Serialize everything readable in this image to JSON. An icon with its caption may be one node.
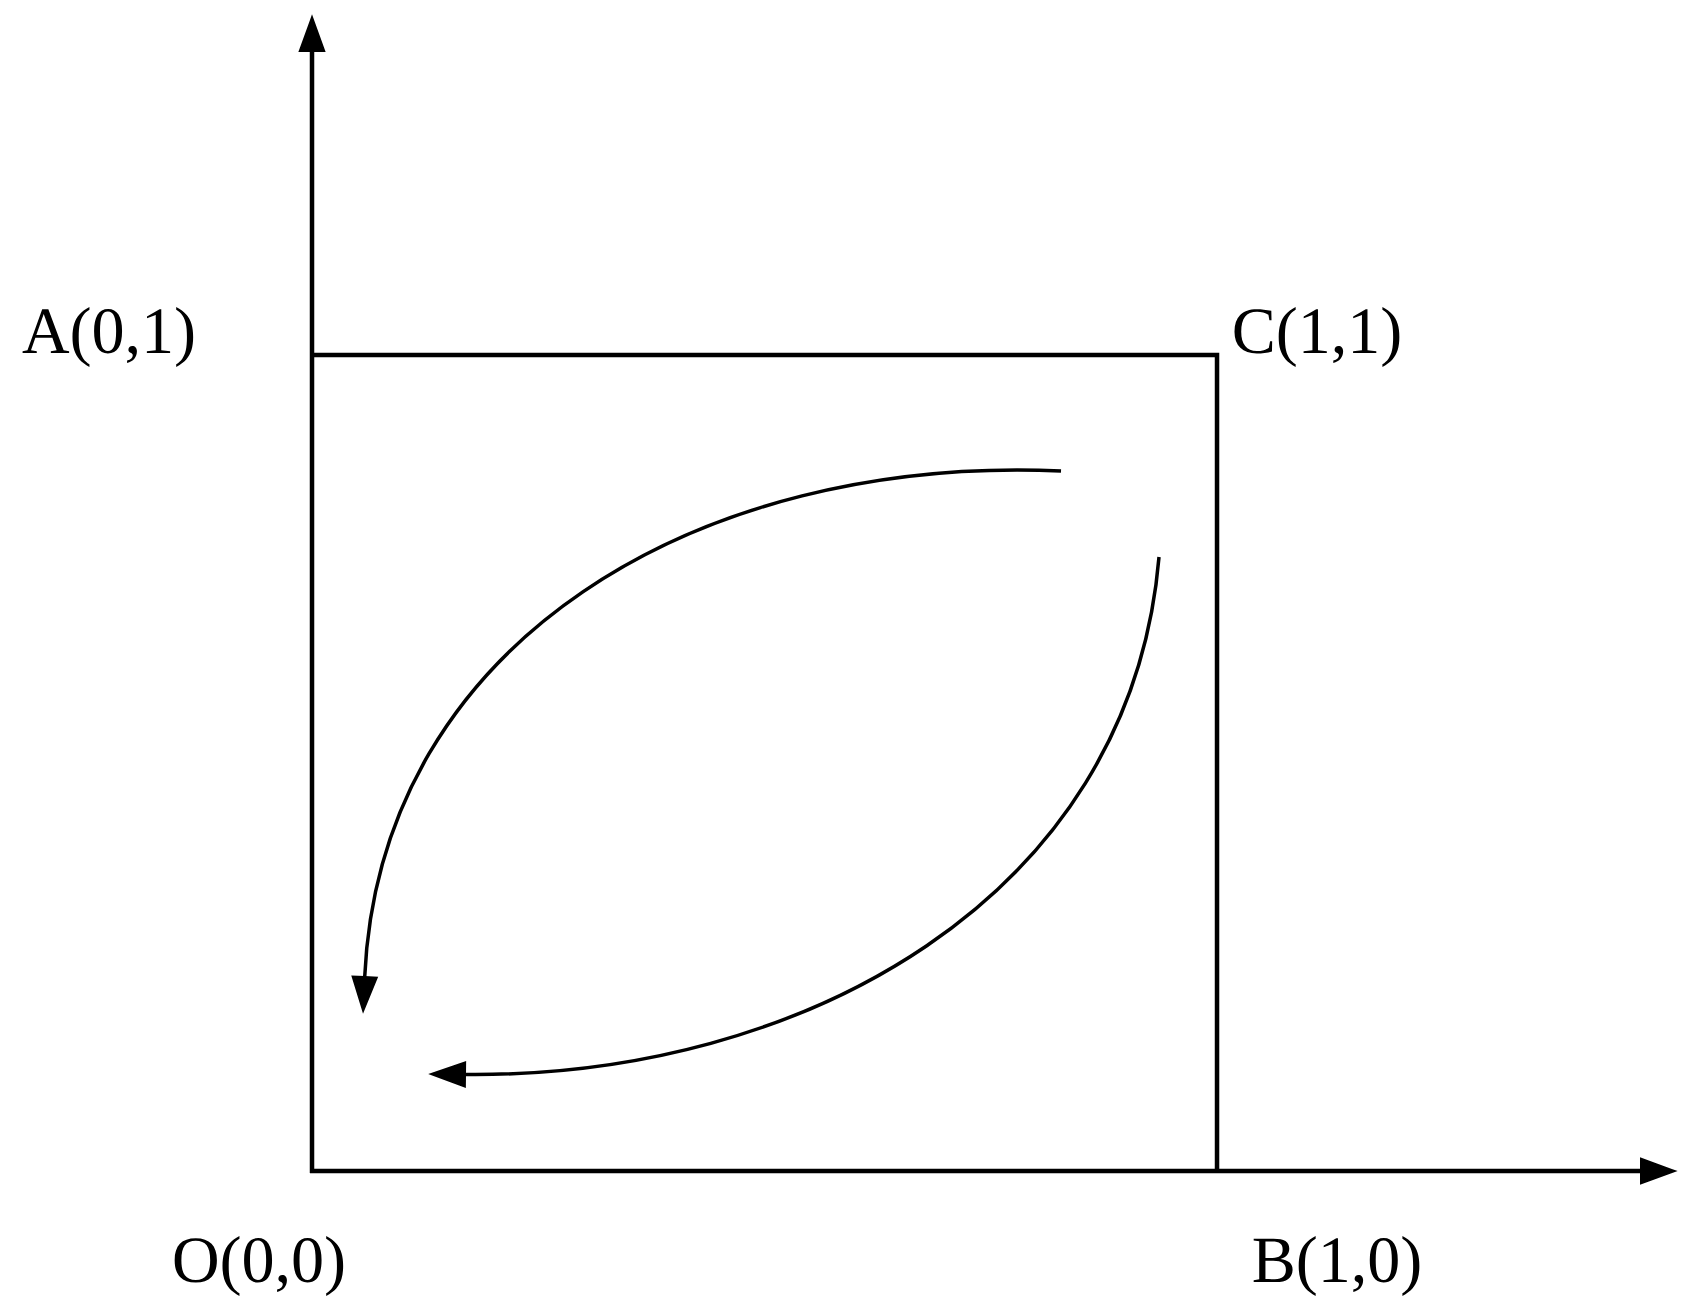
{
  "diagram": {
    "labels": [
      "A(0,1)",
      "C(1,1)",
      "O(0,0)",
      "B(1,0)"
    ]
  }
}
